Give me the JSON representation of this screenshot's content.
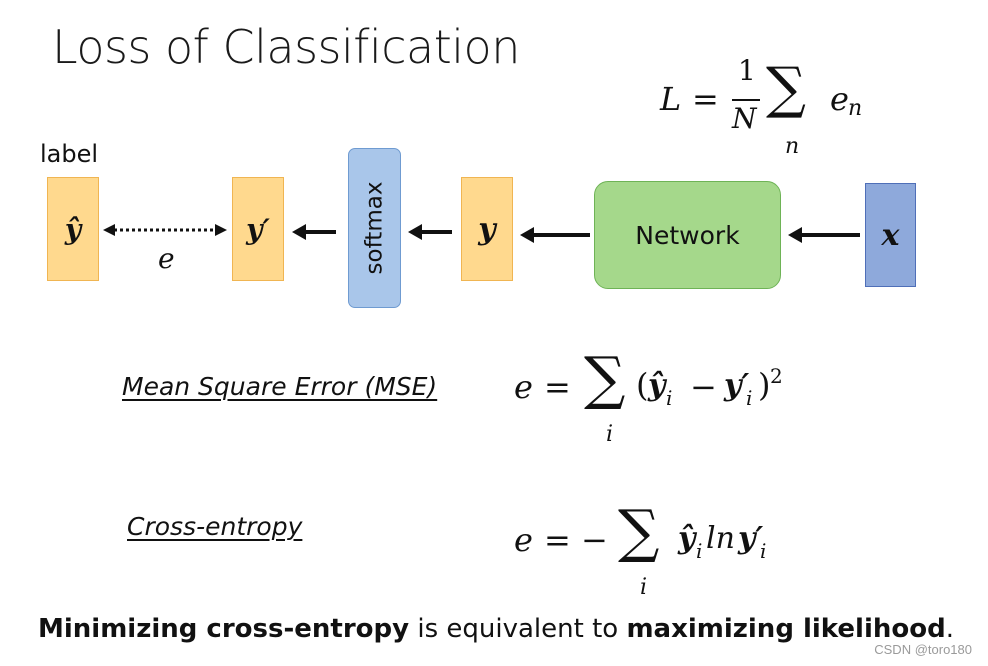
{
  "title": "Loss of Classification",
  "formula_L": {
    "lhs": "L",
    "equals": "=",
    "numerator": "1",
    "denominator": "N",
    "sigma": "∑",
    "sum_index": "n",
    "term": "e",
    "term_sub": "n"
  },
  "diagram": {
    "label_text": "label",
    "y_hat": "ŷ",
    "y_prime": "y′",
    "e_label": "e",
    "softmax": "softmax",
    "y": "y",
    "network": "Network",
    "x": "x"
  },
  "mse": {
    "name": "Mean Square Error (MSE)",
    "e": "e",
    "equals": "=",
    "sigma": "∑",
    "index": "i",
    "open_paren": "(",
    "y_hat": "ŷ",
    "sub_i_1": "i",
    "minus": "−",
    "y_prime": "y′",
    "sub_i_2": "i",
    "close_paren": ")",
    "power": "2"
  },
  "cross_entropy": {
    "name": "Cross-entropy",
    "e": "e",
    "equals": "= −",
    "sigma": "∑",
    "index": "i",
    "y_hat": "ŷ",
    "sub_i_1": "i",
    "ln": "ln",
    "y_prime": "y′",
    "sub_i_2": "i"
  },
  "footer": {
    "bold1": "Minimizing cross-entropy",
    "normal": " is equivalent to ",
    "bold2": "maximizing likelihood",
    "period": "."
  },
  "watermark": "CSDN @toro180",
  "colors": {
    "orange_fill": "#ffd98e",
    "softmax_fill": "#a9c6ea",
    "network_fill": "#a5d88b",
    "x_fill": "#8ea9db"
  }
}
